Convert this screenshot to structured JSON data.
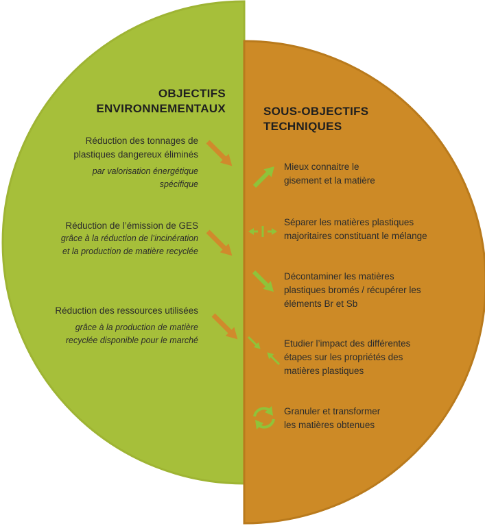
{
  "colors": {
    "left_half": "#a6bf3a",
    "left_border": "#9eb433",
    "right_half": "#cd8a26",
    "right_border": "#b97a1c",
    "arrow_green": "#8fc33a",
    "arrow_orange": "#d08a2c",
    "text": "#2b2b2b"
  },
  "left": {
    "title_line1": "OBJECTIFS",
    "title_line2": "ENVIRONNEMENTAUX",
    "items": [
      {
        "main_1": "Réduction des tonnages de",
        "main_2": "plastiques dangereux éliminés",
        "sub_1": "par valorisation énergétique",
        "sub_2": "spécifique"
      },
      {
        "main_1": "Réduction de l’émission de GES",
        "sub_1": "grâce à la réduction de l’incinération",
        "sub_2": "et la production de matière recyclée"
      },
      {
        "main_1": "Réduction des ressources utilisées",
        "sub_1": "grâce à la production de matière",
        "sub_2": "recyclée disponible pour le marché"
      }
    ]
  },
  "right": {
    "title_line1": "SOUS-OBJECTIFS",
    "title_line2": "TECHNIQUES",
    "items": [
      {
        "line_1": "Mieux connaitre le",
        "line_2": "gisement et la matière",
        "icon": "arrow-up-right-icon"
      },
      {
        "line_1": "Séparer les matières plastiques",
        "line_2": "majoritaires constituant le mélange",
        "icon": "split-arrows-icon"
      },
      {
        "line_1": "Décontaminer les matières",
        "line_2": "plastiques bromés / récupérer les",
        "line_3": "éléments Br et Sb",
        "icon": "arrow-down-right-icon"
      },
      {
        "line_1": "Etudier l’impact des différentes",
        "line_2": "étapes sur les propriétés des",
        "line_3": "matières plastiques",
        "icon": "converging-arrows-icon"
      },
      {
        "line_1": "Granuler et transformer",
        "line_2": "les matières obtenues",
        "icon": "recycle-icon"
      }
    ]
  }
}
